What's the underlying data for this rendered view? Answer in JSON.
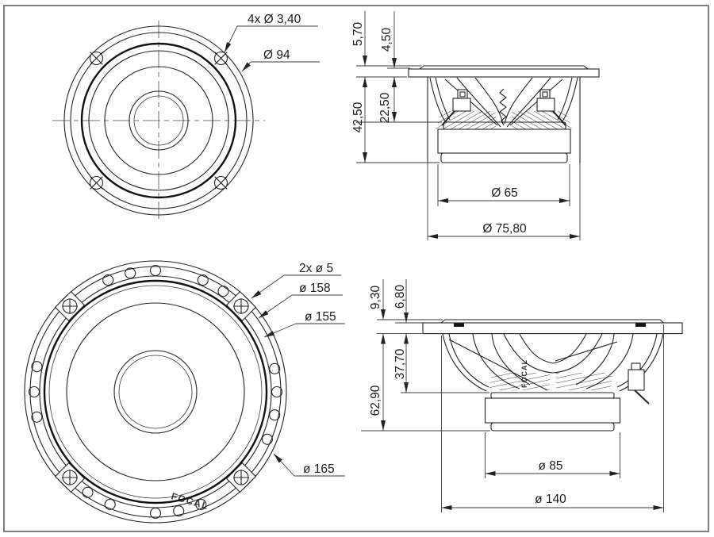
{
  "tweeter_front": {
    "holes": "4x Ø  3,40",
    "outer": "Ø  94"
  },
  "tweeter_side": {
    "h_gasket": "5,70",
    "h_flange": "4,50",
    "d_basket": "22,50",
    "d_total": "42,50",
    "dia_magnet": "Ø  65",
    "dia_basket": "Ø  75,80"
  },
  "woofer_front": {
    "pins": "2x ø  5",
    "bolt_circle": "ø  158",
    "cutout": "ø  155",
    "outer": "ø  165",
    "brand": "FOCAL"
  },
  "woofer_side": {
    "h_gasket": "9,30",
    "h_flange": "6,80",
    "d_basket": "37,70",
    "d_total": "62,90",
    "dia_magnet": "ø  85",
    "dia_flange": "ø  140",
    "brand": "FOCAL"
  },
  "colors": {
    "line": "#222222",
    "background": "#ffffff",
    "frame": "#7e7e7e"
  }
}
